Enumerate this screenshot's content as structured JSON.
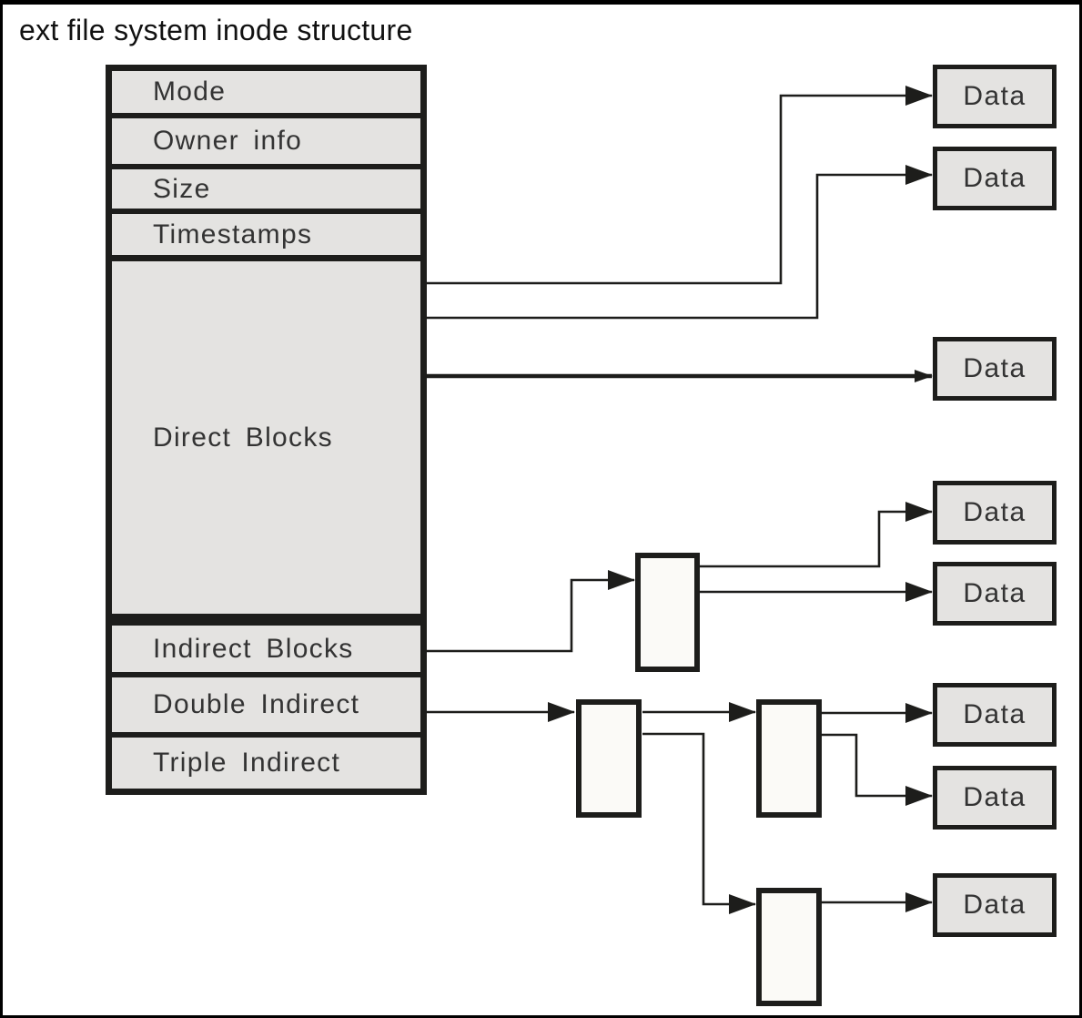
{
  "title": "ext file system inode structure",
  "inode_table": {
    "rows": [
      {
        "label": "Mode"
      },
      {
        "label": "Owner info"
      },
      {
        "label": "Size"
      },
      {
        "label": "Timestamps"
      },
      {
        "label": "Direct Blocks"
      },
      {
        "label": "Indirect Blocks"
      },
      {
        "label": "Double Indirect"
      },
      {
        "label": "Triple Indirect"
      }
    ]
  },
  "data_blocks": [
    {
      "label": "Data"
    },
    {
      "label": "Data"
    },
    {
      "label": "Data"
    },
    {
      "label": "Data"
    },
    {
      "label": "Data"
    },
    {
      "label": "Data"
    },
    {
      "label": "Data"
    },
    {
      "label": "Data"
    }
  ],
  "colors": {
    "frame": "#000000",
    "background": "#ffffff",
    "cell_fill": "#e4e3e1",
    "pointer_block_fill": "#fbfaf7",
    "line": "#1d1d1b",
    "label_text": "#333333",
    "title_text": "#111111"
  }
}
